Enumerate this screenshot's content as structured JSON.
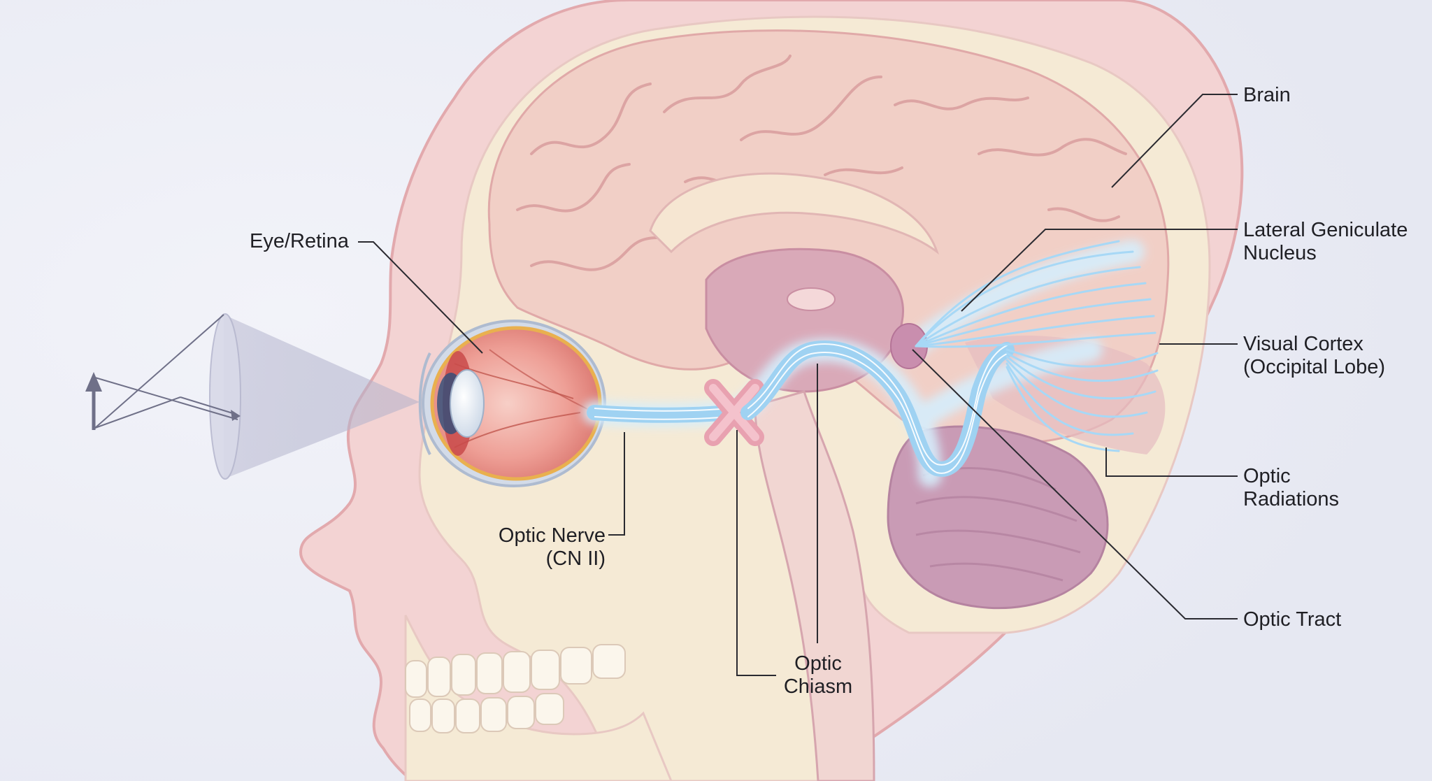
{
  "labels": {
    "eye_retina": "Eye/Retina",
    "optic_nerve_line1": "Optic Nerve",
    "optic_nerve_line2": "(CN II)",
    "optic_chiasm_line1": "Optic",
    "optic_chiasm_line2": "Chiasm",
    "brain": "Brain",
    "lgn_line1": "Lateral Geniculate",
    "lgn_line2": "Nucleus",
    "visual_cortex_line1": "Visual Cortex",
    "visual_cortex_line2": "(Occipital Lobe)",
    "optic_radiations_line1": "Optic",
    "optic_radiations_line2": "Radiations",
    "optic_tract": "Optic Tract"
  },
  "colors": {
    "background": "#eceef6",
    "skin": "#f3d3d3",
    "skin_outline": "#e2a9ad",
    "skull": "#f5ead5",
    "brain": "#f1cfc6",
    "brain_inner": "#e6bcc0",
    "deep_structures": "#d9a9b8",
    "cerebellum": "#c99bb5",
    "visual_pathway": "#9fd2f2",
    "pathway_glow": "#d6eefc",
    "eye_iris": "#c94a4a",
    "leader_lines": "#2a2a30"
  },
  "icons": [
    "light-cone-icon",
    "object-arrow-icon",
    "eyeball-icon"
  ]
}
